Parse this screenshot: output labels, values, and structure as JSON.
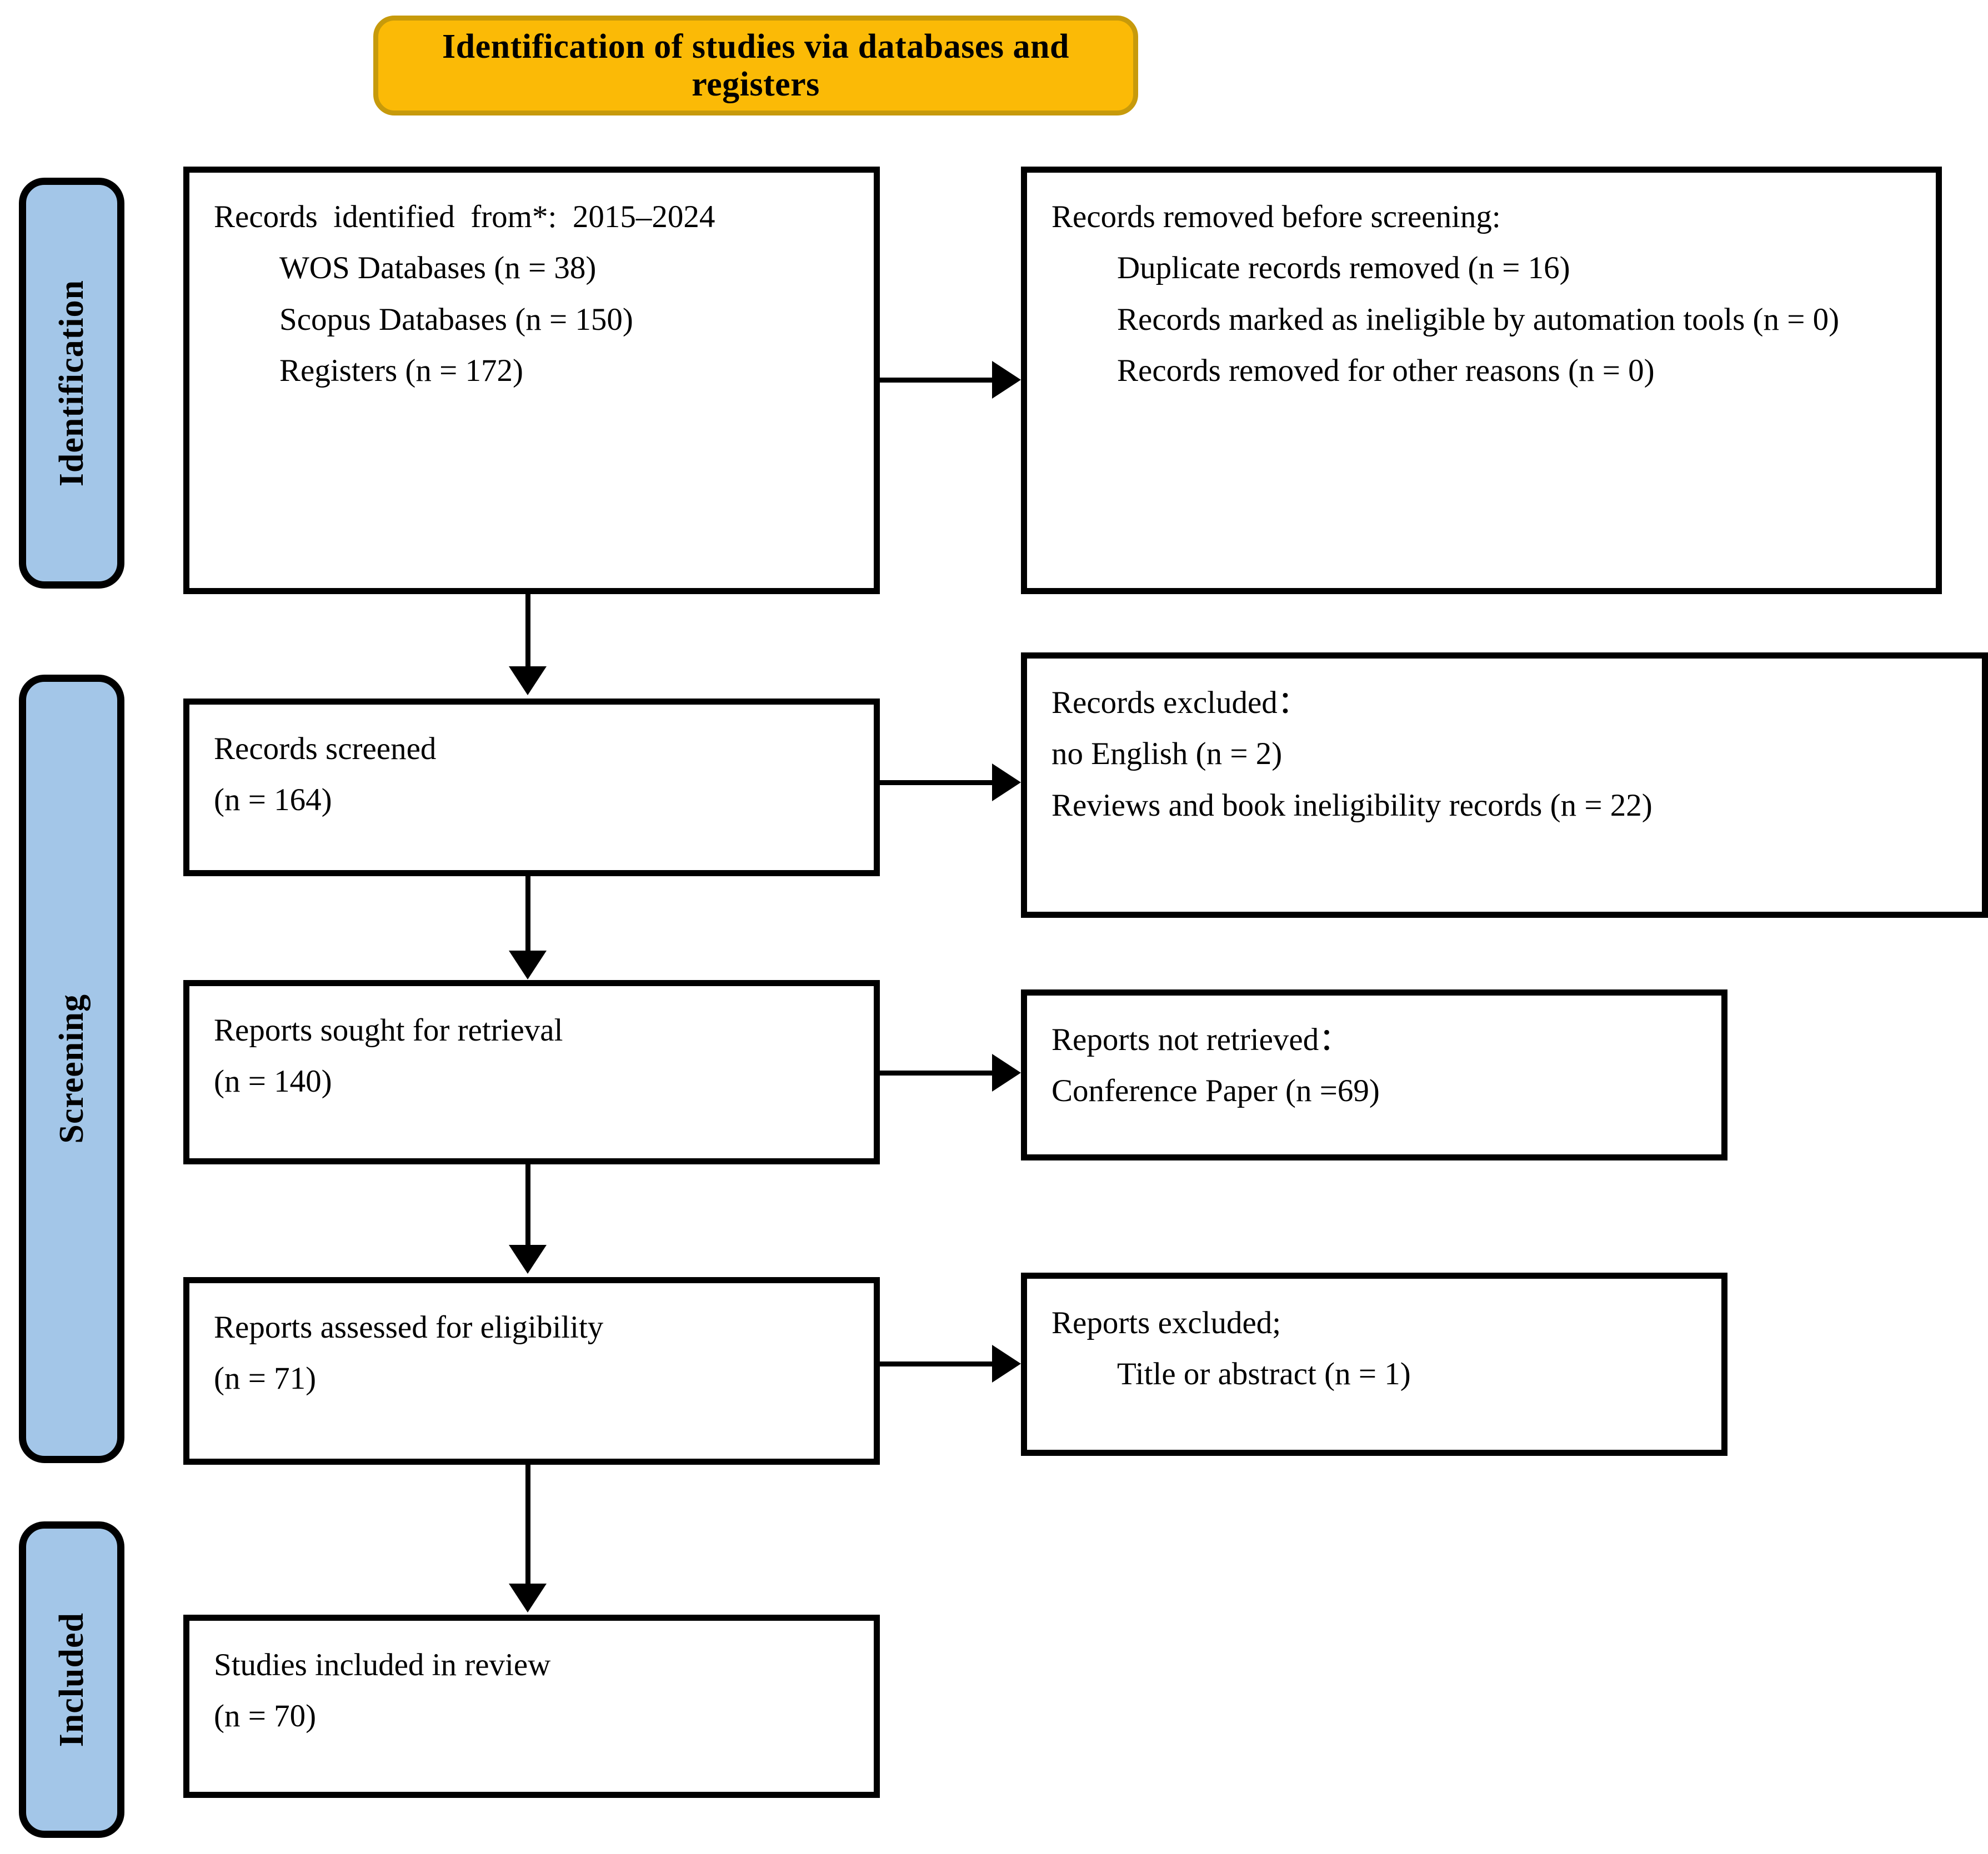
{
  "diagram": {
    "title": "Identification of studies via databases and registers",
    "type": "PRISMA flow diagram"
  },
  "banner": {
    "label": "Identification of studies via databases and registers",
    "fill_color": "#FBBA06",
    "border_color": "#C79A0B"
  },
  "stages": {
    "identification": "Identification",
    "screening": "Screening",
    "included": "Included",
    "fill_color": "#A3C6E8",
    "border_color": "#000000"
  },
  "boxes": {
    "identified": {
      "line1": "Records  identified  from*:  2015–2024",
      "line2": "WOS Databases (n = 38)",
      "line3": "Scopus Databases (n = 150)",
      "line4": "Registers (n = 172)"
    },
    "removed": {
      "line1": "Records removed before screening:",
      "line2": "Duplicate records removed (n = 16)",
      "line3": "Records marked as ineligible by automation tools (n = 0)",
      "line4": "Records removed for other reasons (n = 0)"
    },
    "screened": {
      "line1": "Records screened",
      "line2": "(n = 164)"
    },
    "excluded": {
      "line1": "Records excluded：",
      "line2": "no English (n = 2)",
      "line3": "Reviews and book ineligibility records (n = 22)"
    },
    "sought": {
      "line1": "Reports sought for retrieval",
      "line2": "(n = 140)"
    },
    "not_retrieved": {
      "line1": "Reports not retrieved：",
      "line2": "Conference Paper (n =69)"
    },
    "assessed": {
      "line1": "Reports assessed for eligibility",
      "line2": "(n = 71)"
    },
    "reports_excluded": {
      "line1": "Reports excluded;",
      "line2": "Title or abstract (n = 1)"
    },
    "included": {
      "line1": "Studies included in review",
      "line2": "(n = 70)"
    }
  },
  "chart_data": {
    "type": "diagram",
    "title": "Identification of studies via databases and registers",
    "stages": [
      "Identification",
      "Screening",
      "Included"
    ],
    "counts": {
      "wos_databases": 38,
      "scopus_databases": 150,
      "registers": 172,
      "duplicate_records_removed": 16,
      "marked_ineligible_by_automation_tools": 0,
      "removed_for_other_reasons": 0,
      "records_screened": 164,
      "excluded_no_english": 2,
      "excluded_reviews_and_book_ineligibility": 22,
      "reports_sought_for_retrieval": 140,
      "reports_not_retrieved_conference_paper": 69,
      "reports_assessed_for_eligibility": 71,
      "reports_excluded_title_or_abstract": 1,
      "studies_included_in_review": 70
    },
    "date_range": "2015–2024"
  }
}
